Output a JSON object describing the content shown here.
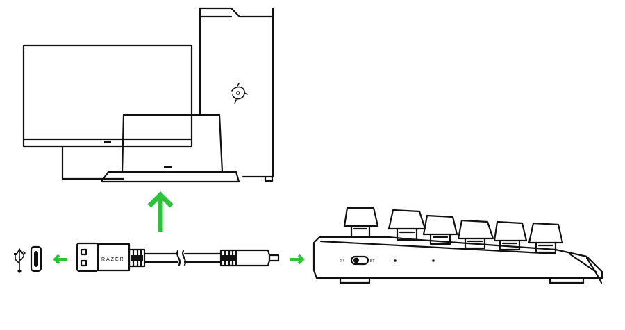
{
  "diagram": {
    "cable_brand": "RAZER",
    "switch_left_label": "2.4",
    "switch_right_label": "BT",
    "colors": {
      "line": "#111111",
      "arrow": "#2ec13b",
      "background": "#ffffff"
    },
    "icons": [
      "usb-symbol-icon",
      "usb-c-port-icon",
      "razer-logo-icon"
    ]
  }
}
